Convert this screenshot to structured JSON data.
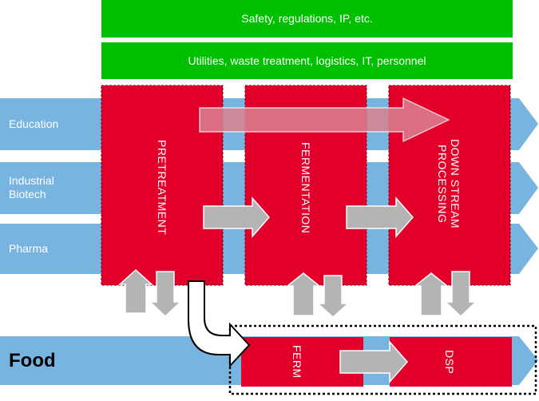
{
  "top_bars": [
    {
      "text": "Safety, regulations, IP, etc."
    },
    {
      "text": "Utilities, waste treatment, logistics, IT, personnel"
    }
  ],
  "sectors": [
    {
      "label": "Education"
    },
    {
      "label": "Industrial\nBiotech"
    },
    {
      "label": "Pharma"
    }
  ],
  "food": {
    "label": "Food"
  },
  "process_blocks": [
    {
      "label": "PRETREATMENT"
    },
    {
      "label": "FERMENTATION"
    },
    {
      "label": "DOWN STREAM\nPROCESSING"
    }
  ],
  "food_blocks": [
    {
      "label": "FERM"
    },
    {
      "label": "DSP"
    }
  ],
  "colors": {
    "green": "#00c000",
    "red": "#e2002a",
    "blue": "#78b4e0",
    "grey_arrow": "#b4b4b4",
    "pink_arrow": "#d9818f"
  }
}
